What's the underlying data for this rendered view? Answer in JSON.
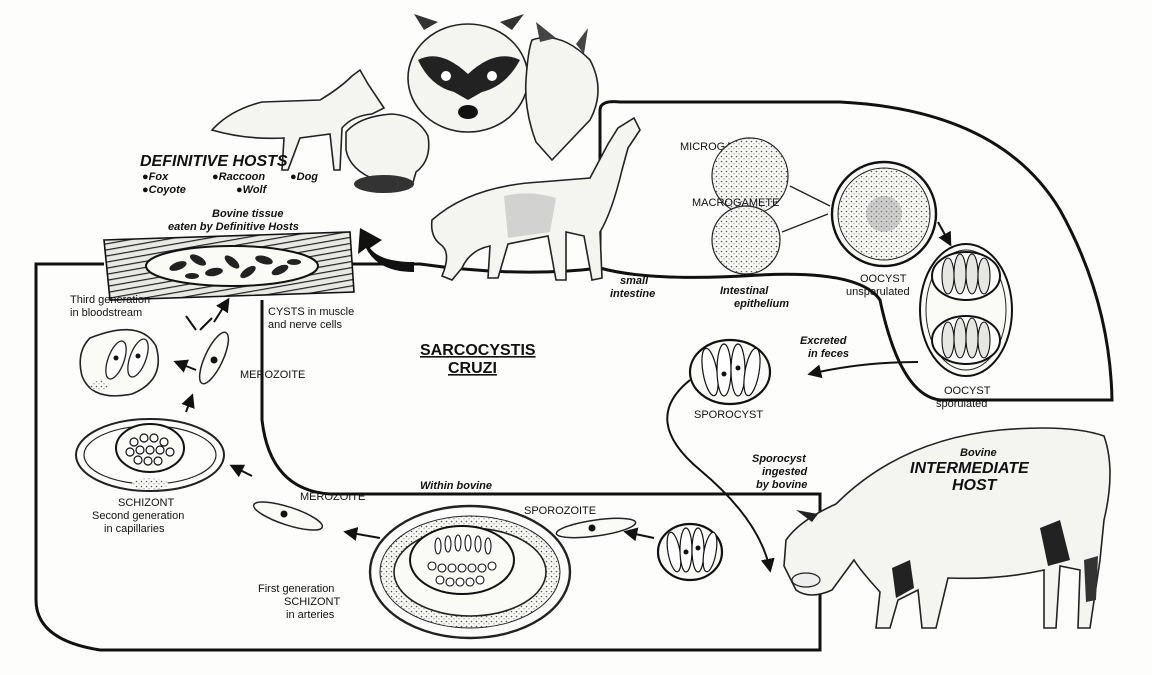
{
  "title": {
    "line1": "SARCOCYSTIS",
    "line2": "CRUZI"
  },
  "definitive_hosts": {
    "heading": "DEFINITIVE HOSTS",
    "items": [
      "●Fox",
      "●Raccoon",
      "●Dog",
      "●Coyote",
      "●Wolf"
    ]
  },
  "labels": {
    "bovine_tissue_1": "Bovine tissue",
    "bovine_tissue_2": "eaten by Definitive Hosts",
    "third_gen_1": "Third generation",
    "third_gen_2": "in bloodstream",
    "cysts_1": "CYSTS in muscle",
    "cysts_2": "and nerve cells",
    "merozoite_upper": "MEROZOITE",
    "schizont": "SCHIZONT",
    "second_gen_1": "Second generation",
    "second_gen_2": "in capillaries",
    "merozoite_lower": "MEROZOITE",
    "within_bovine": "Within bovine",
    "sporozoite": "SPOROZOITE",
    "first_gen_1": "First generation",
    "first_gen_2": "SCHIZONT",
    "first_gen_3": "in arteries",
    "small_intestine_1": "small",
    "small_intestine_2": "intestine",
    "intestinal_1": "Intestinal",
    "intestinal_2": "epithelium",
    "microgamete": "MICROGAMETE",
    "macrogamete": "MACROGAMETE",
    "oocyst_u_1": "OOCYST",
    "oocyst_u_2": "unsporulated",
    "excreted_1": "Excreted",
    "excreted_2": "in feces",
    "sporocyst": "SPOROCYST",
    "oocyst_s_1": "OOCYST",
    "oocyst_s_2": "sporulated",
    "sporocyst_ing_1": "Sporocyst",
    "sporocyst_ing_2": "ingested",
    "sporocyst_ing_3": "by bovine",
    "bovine": "Bovine",
    "intermediate_1": "INTERMEDIATE",
    "intermediate_2": "HOST"
  }
}
